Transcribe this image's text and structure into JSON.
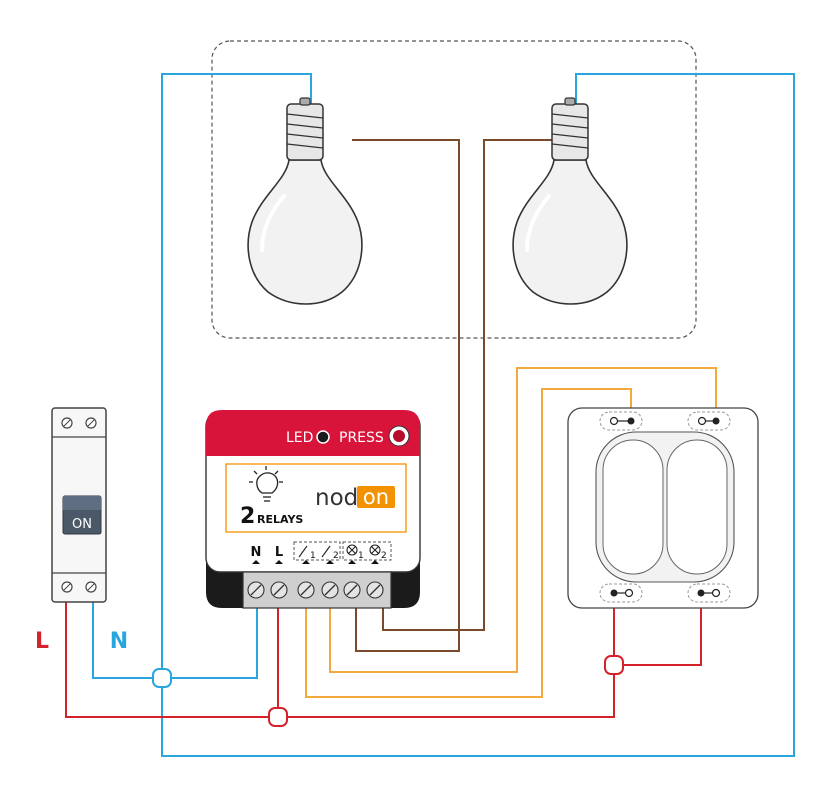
{
  "breaker": {
    "state_label": "ON"
  },
  "wires": {
    "live_label": "L",
    "neutral_label": "N"
  },
  "module": {
    "led_label": "LED",
    "press_label": "PRESS",
    "relay_count": "2",
    "relays_label": "RELAYS",
    "brand_prefix": "nod",
    "brand_suffix": "on",
    "terminal_n": "N",
    "terminal_l": "L",
    "terminal_s1_sub": "1",
    "terminal_s2_sub": "2",
    "terminal_o1_sub": "1",
    "terminal_o2_sub": "2"
  },
  "colors": {
    "live": "#d3222a",
    "neutral": "#2aa6df",
    "switch_wire": "#f3a93b",
    "lamp_wire": "#7a4a2a",
    "brand_accent": "#f39200",
    "module_top": "#d8143a"
  },
  "icons": [
    "bulb-icon",
    "led-icon",
    "press-button-icon",
    "relay-bulb-icon",
    "output-lamp-icon",
    "screw-terminal-icon"
  ]
}
